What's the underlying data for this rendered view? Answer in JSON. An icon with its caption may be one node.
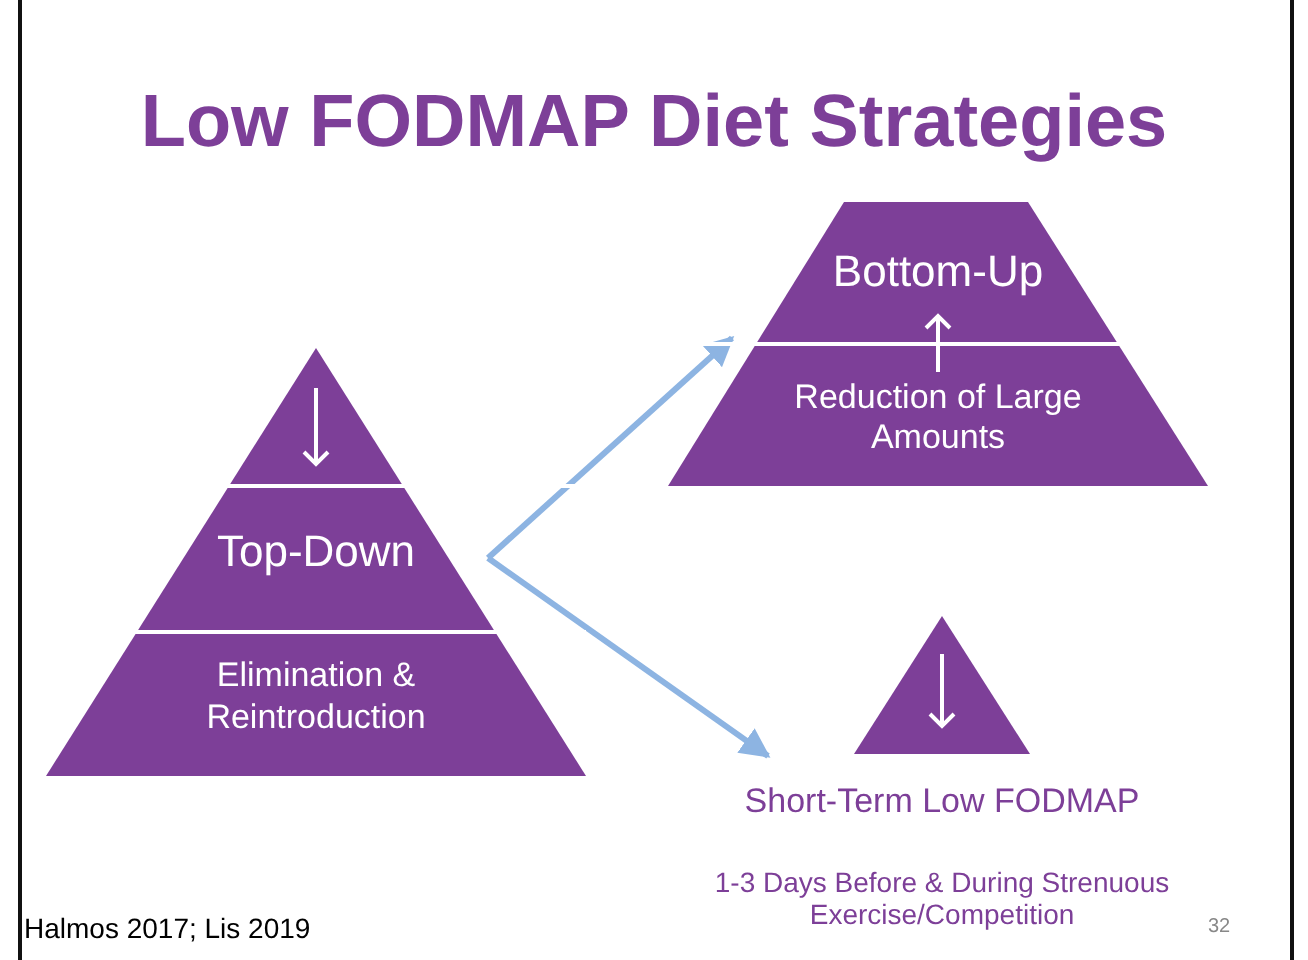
{
  "diagram": {
    "title": "Low FODMAP Diet Strategies",
    "nodes": [
      {
        "text": [
          "Top-Down",
          "Elimination & Reintroduction"
        ]
      },
      {
        "text": [
          "Bottom-Up",
          "Reduction of Large Amounts"
        ]
      },
      {
        "text": [],
        "shape": "triangle",
        "beside": [
          "Short-Term Low FODMAP",
          "1-3 Days Before & During Strenuous Exercise/Competition"
        ]
      }
    ],
    "edges": [
      {
        "from": 0,
        "to": 1,
        "arrow": "to"
      },
      {
        "from": 0,
        "to": 2,
        "arrow": "to"
      }
    ],
    "labels": [
      "Halmos 2017; Lis 2019",
      "32"
    ]
  }
}
